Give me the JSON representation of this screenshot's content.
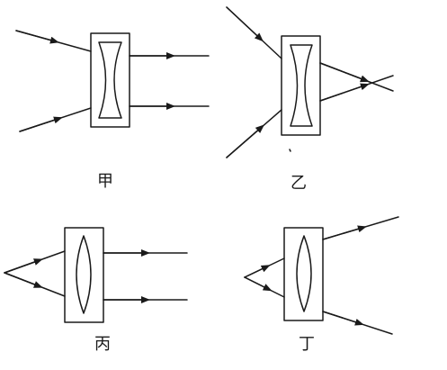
{
  "panels": [
    {
      "id": "jia",
      "label": "甲"
    },
    {
      "id": "yi",
      "label": "乙"
    },
    {
      "id": "bing",
      "label": "丙"
    },
    {
      "id": "ding",
      "label": "丁"
    }
  ],
  "colors": {
    "ink": "#1a1a1a",
    "background": "#ffffff"
  }
}
